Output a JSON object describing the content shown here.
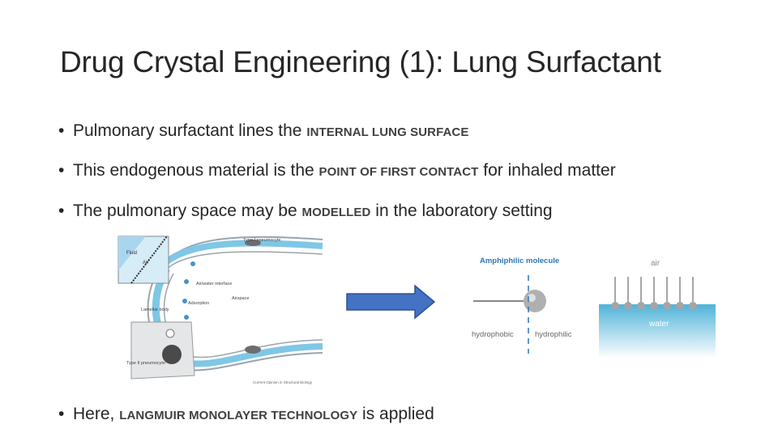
{
  "slide": {
    "title": "Drug Crystal Engineering (1): Lung Surfactant",
    "bullets": [
      {
        "pre": "Pulmonary surfactant lines the ",
        "caps": "INTERNAL LUNG SURFACE",
        "post": ""
      },
      {
        "pre": "This endogenous material is the ",
        "caps": "POINT OF FIRST CONTACT",
        "post": " for inhaled matter"
      },
      {
        "pre": "The pulmonary space may be ",
        "caps": "MODELLED",
        "post": " in the laboratory setting"
      },
      {
        "pre": "Here, ",
        "caps": "LANGMUIR MONOLAYER TECHNOLOGY",
        "post": " is applied"
      }
    ]
  },
  "alveolus_figure": {
    "labels": {
      "type1": "Type I pneumocyte",
      "fluid": "Fluid",
      "air": "Air",
      "interface": "Air/water interface",
      "adsorption": "Adsorption",
      "airspace": "Airspace",
      "lamellar": "Lamellar body",
      "type2": "Type II pneumocyte",
      "credit": "Current Opinion in Structural Biology"
    }
  },
  "arrow": {
    "color": "#4472c4",
    "edge_color": "#2f528f"
  },
  "molecule_figure": {
    "title": "Amphiphilic molecule",
    "hydrophobic": "hydrophobic",
    "hydrophilic": "hydrophilic",
    "title_color": "#2e75b6"
  },
  "monolayer_figure": {
    "air": "air",
    "water": "water",
    "water_color": "#5bb8d8"
  }
}
